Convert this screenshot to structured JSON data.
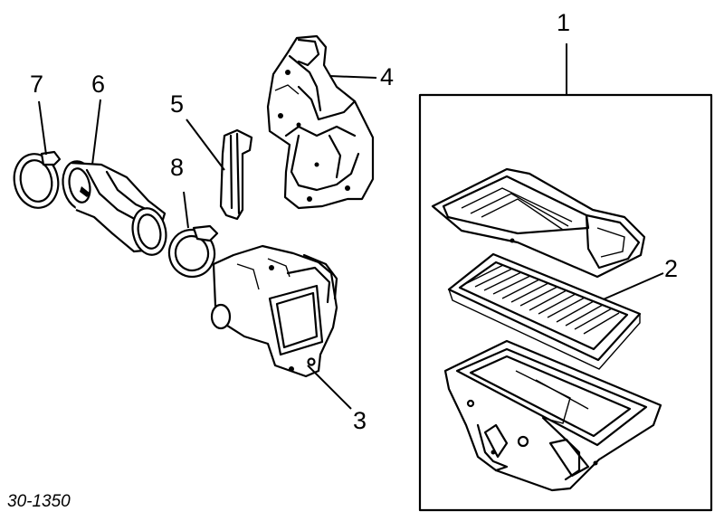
{
  "callouts": {
    "c1": "1",
    "c2": "2",
    "c3": "3",
    "c4": "4",
    "c5": "5",
    "c6": "6",
    "c7": "7",
    "c8": "8"
  },
  "figure_code": "30-1350",
  "colors": {
    "ink": "#000000",
    "paper": "#ffffff"
  }
}
